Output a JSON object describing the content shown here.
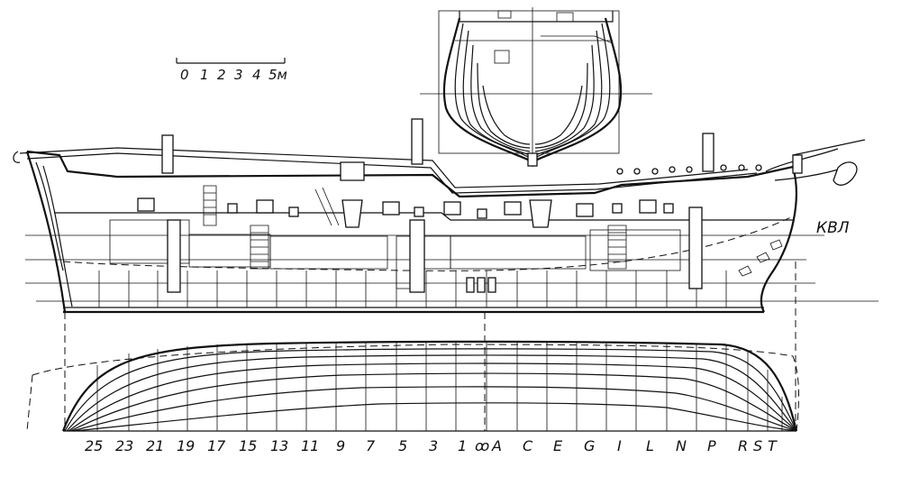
{
  "scale_bar": {
    "ticks": [
      "0",
      "1",
      "2",
      "3",
      "4",
      "5м"
    ]
  },
  "waterline_label": "КВЛ",
  "midship_symbol": "ꝏ",
  "frame_labels_aft": [
    "25",
    "23",
    "21",
    "19",
    "17",
    "15",
    "13",
    "11",
    "9",
    "7",
    "5",
    "3",
    "1"
  ],
  "frame_labels_fore": [
    "A",
    "C",
    "E",
    "G",
    "I",
    "L",
    "N",
    "P",
    "R",
    "S",
    "T"
  ]
}
